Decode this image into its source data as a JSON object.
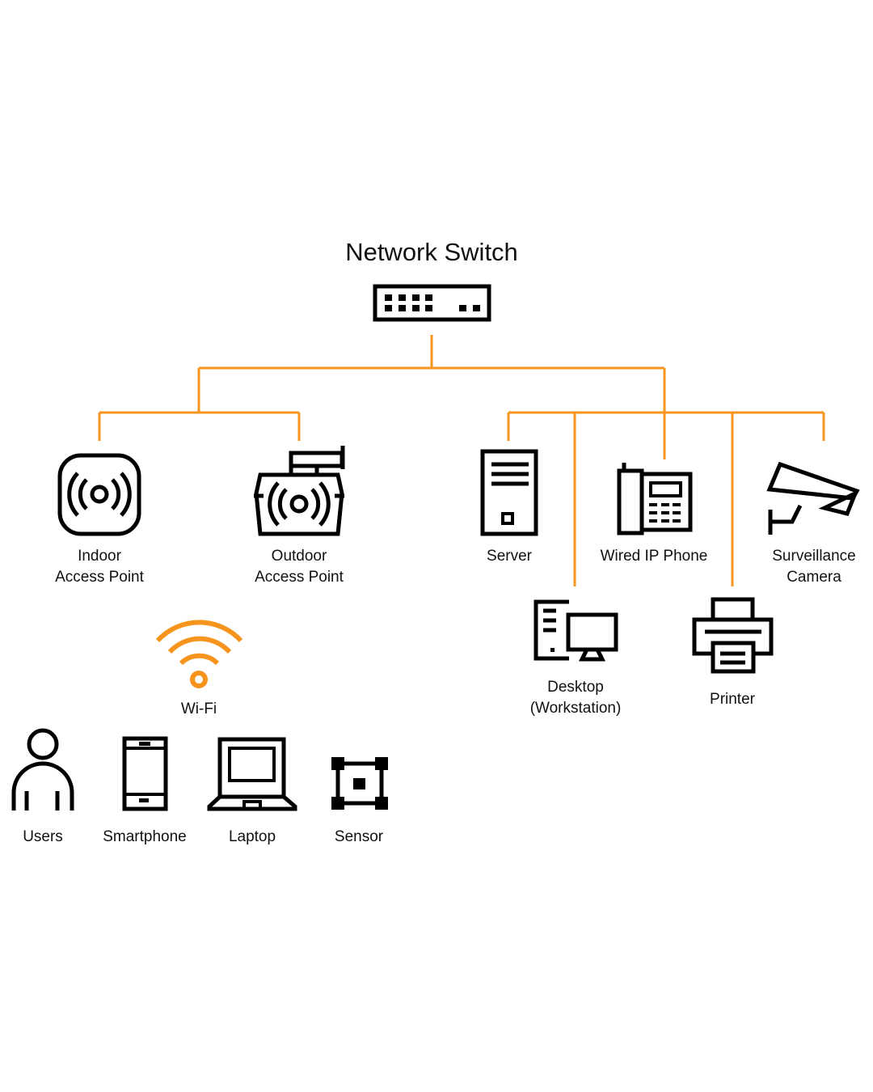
{
  "colors": {
    "connector": "#F7941D",
    "wifi": "#F7941D",
    "icon": "#000000",
    "background": "#ffffff"
  },
  "switch": {
    "title": "Network Switch",
    "icon": "network-switch-icon"
  },
  "wired_devices": [
    {
      "id": "indoor-ap",
      "icon": "indoor-access-point-icon",
      "line1": "Indoor",
      "line2": "Access Point"
    },
    {
      "id": "outdoor-ap",
      "icon": "outdoor-access-point-icon",
      "line1": "Outdoor",
      "line2": "Access Point"
    },
    {
      "id": "server",
      "icon": "server-icon",
      "line1": "Server",
      "line2": ""
    },
    {
      "id": "desktop",
      "icon": "desktop-workstation-icon",
      "line1": "Desktop",
      "line2": "(Workstation)"
    },
    {
      "id": "ip-phone",
      "icon": "ip-phone-icon",
      "line1": "Wired IP Phone",
      "line2": ""
    },
    {
      "id": "printer",
      "icon": "printer-icon",
      "line1": "Printer",
      "line2": ""
    },
    {
      "id": "camera",
      "icon": "surveillance-camera-icon",
      "line1": "Surveillance",
      "line2": "Camera"
    }
  ],
  "wifi": {
    "label": "Wi-Fi",
    "icon": "wifi-icon"
  },
  "wireless_clients": [
    {
      "id": "users",
      "icon": "user-icon",
      "label": "Users"
    },
    {
      "id": "smartphone",
      "icon": "smartphone-icon",
      "label": "Smartphone"
    },
    {
      "id": "laptop",
      "icon": "laptop-icon",
      "label": "Laptop"
    },
    {
      "id": "sensor",
      "icon": "sensor-icon",
      "label": "Sensor"
    }
  ]
}
